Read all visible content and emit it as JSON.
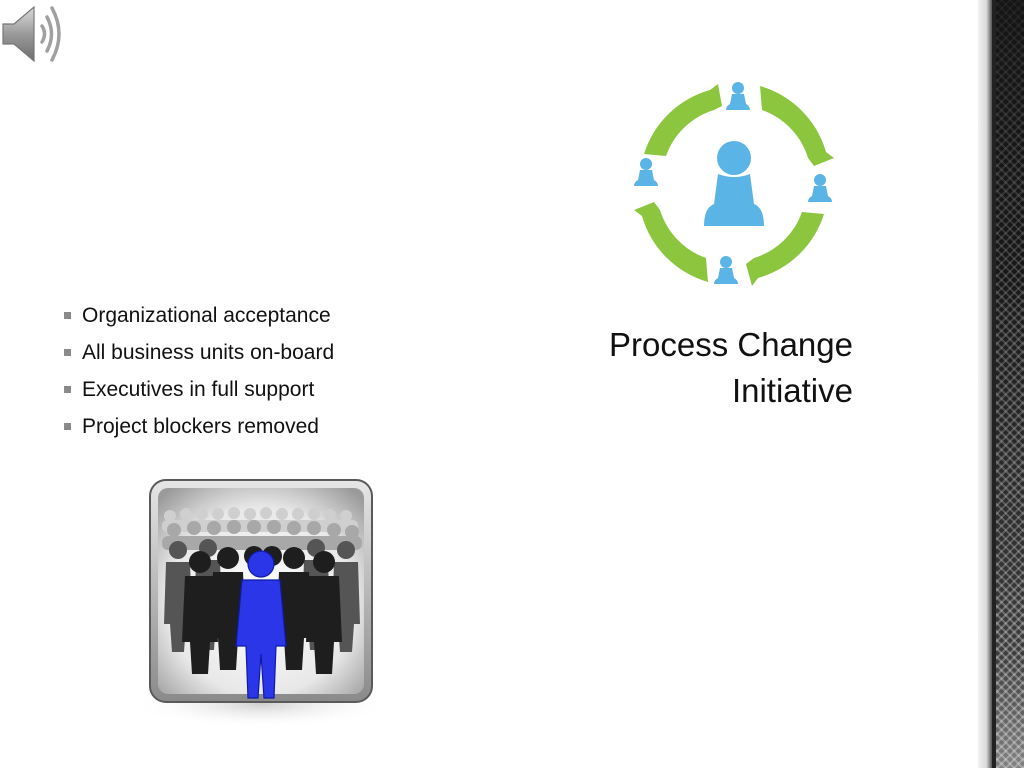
{
  "slide": {
    "bullets": [
      "Organizational acceptance",
      "All business units on-board",
      "Executives in full support",
      "Project blockers removed"
    ],
    "title_lines": [
      "Process Change",
      "Initiative"
    ]
  },
  "icons": {
    "audio": "speaker-icon",
    "cycle": "people-cycle-icon",
    "crowd": "crowd-leader-icon"
  },
  "colors": {
    "cycle_green": "#8cc63f",
    "person_blue": "#5ab4e5",
    "leader_blue": "#2a36e8",
    "text": "#111111",
    "bullet": "#8a8a8a"
  }
}
